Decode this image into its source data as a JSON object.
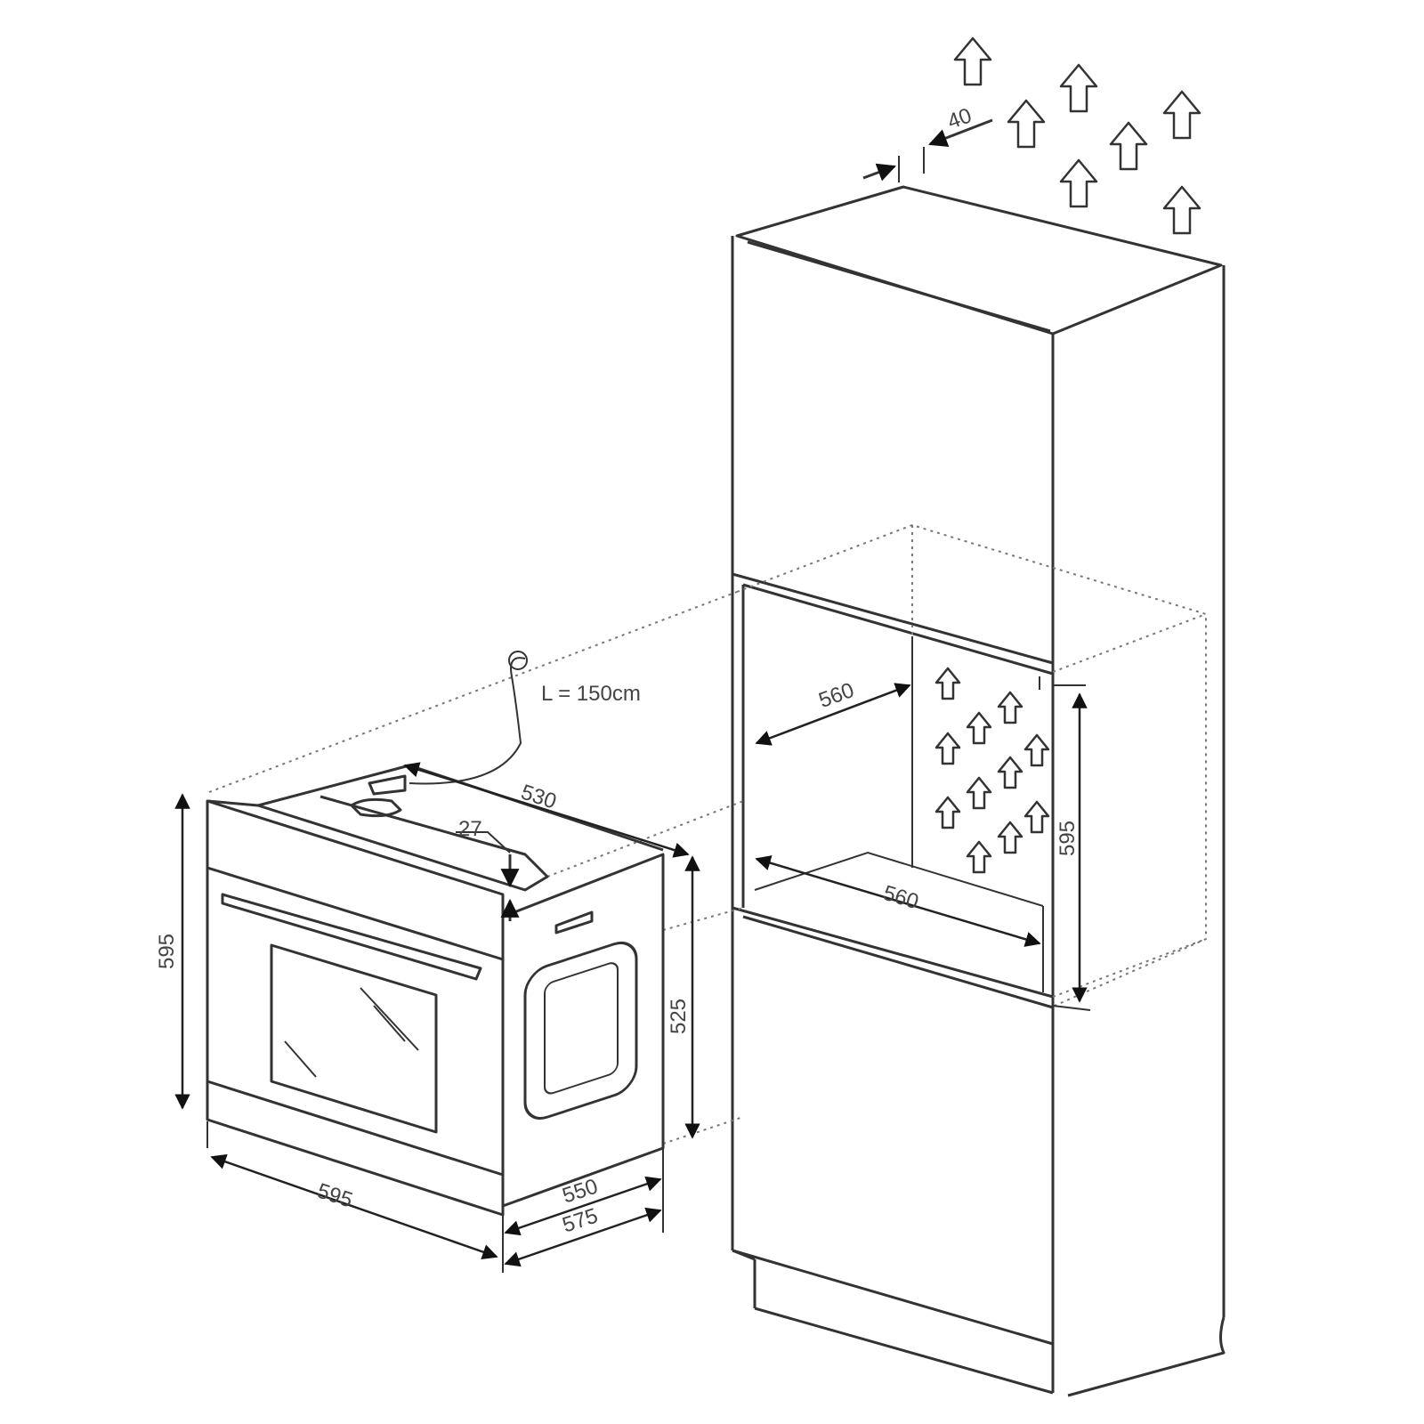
{
  "labels": {
    "vent_gap": "40",
    "cable_length": "L = 150cm",
    "oven_depth_top": "530",
    "panel_offset": "27",
    "oven_height": "595",
    "oven_width": "595",
    "oven_body_height": "525",
    "oven_depth_body": "550",
    "oven_depth_total": "575",
    "niche_depth": "560",
    "niche_width": "560",
    "niche_height": "595"
  },
  "icons": [
    "airflow-arrow-icon",
    "power-plug-icon"
  ]
}
